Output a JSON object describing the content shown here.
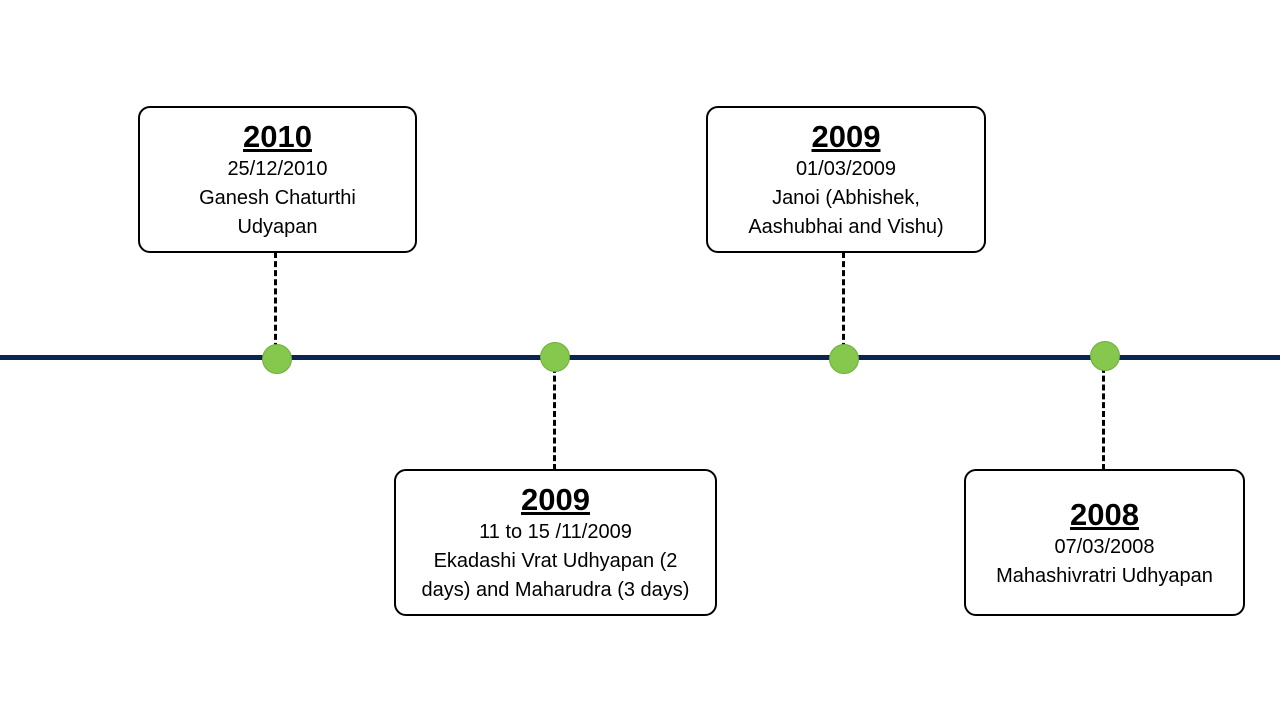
{
  "timeline": {
    "axis_color": "#0b2452",
    "marker_color": "#86c84e",
    "events": [
      {
        "year": "2010",
        "date": "25/12/2010",
        "description_lines": [
          "Ganesh Chaturthi",
          "Udyapan"
        ]
      },
      {
        "year": "2009",
        "date": "11 to 15 /11/2009",
        "description_lines": [
          "Ekadashi Vrat Udhyapan (2",
          "days) and Maharudra (3 days)"
        ]
      },
      {
        "year": "2009",
        "date": "01/03/2009",
        "description_lines": [
          "Janoi (Abhishek,",
          "Aashubhai and Vishu)"
        ]
      },
      {
        "year": "2008",
        "date": "07/03/2008",
        "description_lines": [
          "Mahashivratri Udhyapan"
        ]
      }
    ]
  }
}
